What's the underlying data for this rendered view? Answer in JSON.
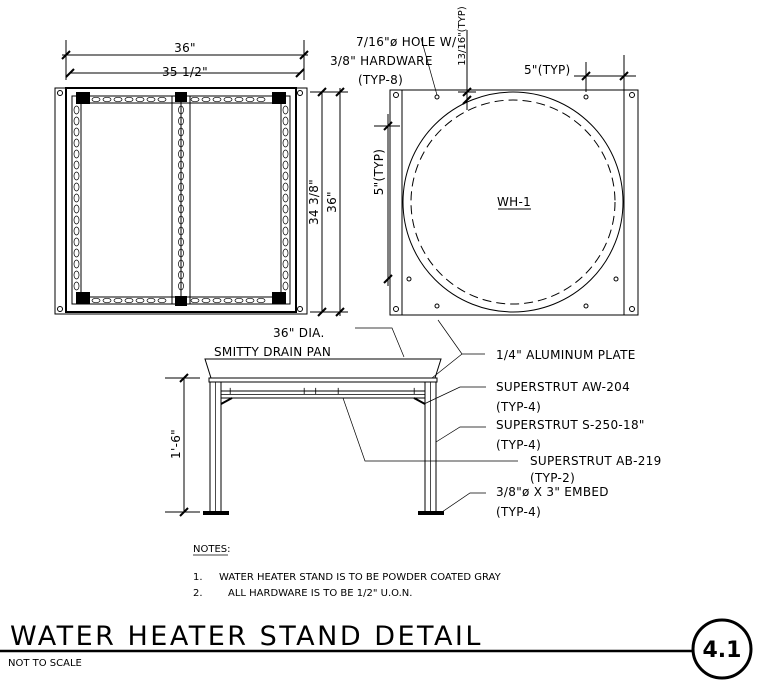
{
  "plan": {
    "overall_width": "36\"",
    "inner_width": "35 1/2\"",
    "inner_height": "34 3/8\"",
    "overall_height": "36\""
  },
  "plate": {
    "hole_note_line1": "7/16\"ø HOLE W/",
    "hole_note_line2": "3/8\" HARDWARE",
    "hole_note_line3": "(TYP-8)",
    "edge_dim": "13/16\"(TYP)",
    "corner_dim_h": "5\"(TYP)",
    "corner_dim_v": "5\"(TYP)",
    "heater_tag": "WH-1"
  },
  "elevation": {
    "pan_line1": "36\" DIA.",
    "pan_line2": "SMITTY DRAIN PAN",
    "height_dim": "1'-6\"",
    "callouts": [
      {
        "text": "1/4\" ALUMINUM PLATE"
      },
      {
        "text": "SUPERSTRUT AW-204"
      },
      {
        "text": "(TYP-4)"
      },
      {
        "text": "SUPERSTRUT S-250-18\""
      },
      {
        "text": "(TYP-4)"
      },
      {
        "text": "SUPERSTRUT AB-219"
      },
      {
        "text": "(TYP-2)"
      },
      {
        "text": "3/8\"ø X 3\" EMBED"
      },
      {
        "text": "(TYP-4)"
      }
    ]
  },
  "notes": {
    "heading": "NOTES:",
    "items": [
      {
        "num": "1.",
        "text": "WATER HEATER STAND IS TO BE POWDER COATED GRAY"
      },
      {
        "num": "2.",
        "text": "ALL HARDWARE IS TO BE 1/2\" U.O.N."
      }
    ]
  },
  "title_block": {
    "title": "WATER HEATER STAND DETAIL",
    "scale": "NOT TO SCALE",
    "detail_ref": "4.1"
  }
}
